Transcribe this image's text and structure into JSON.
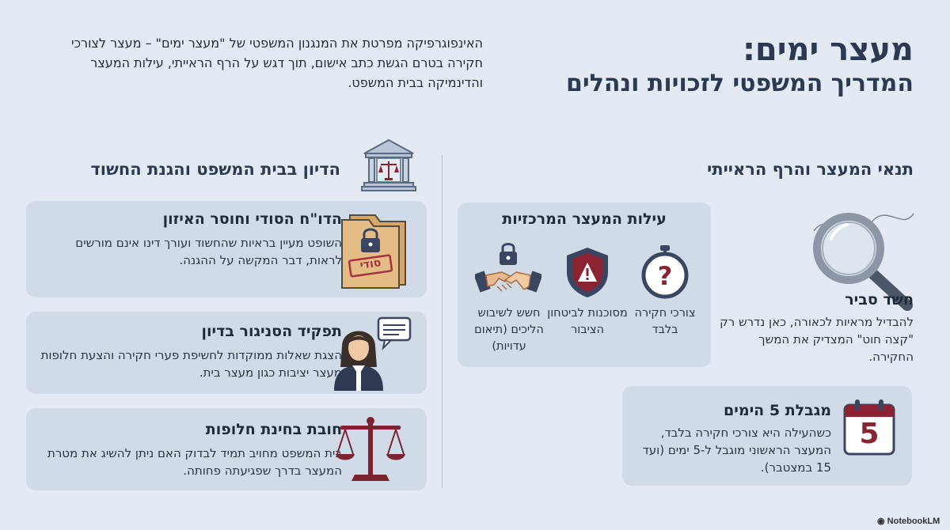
{
  "header": {
    "title": "מעצר ימים:",
    "subtitle": "המדריך המשפטי לזכויות ונהלים",
    "intro": "האינפוגרפיקה מפרטת את המנגנון המשפטי של \"מעצר ימים\" – מעצר לצורכי חקירה בטרם הגשת כתב אישום, תוך דגש על הרף הראייתי, עילות המעצר והדינמיקה בבית המשפט."
  },
  "right_section": {
    "heading": "תנאי המעצר והרף הראייתי",
    "grounds": {
      "title": "עילות המעצר המרכזיות",
      "items": [
        {
          "label": "צורכי חקירה בלבד",
          "icon": "stopwatch-question-icon"
        },
        {
          "label": "מסוכנות לביטחון הציבור",
          "icon": "warning-shield-icon"
        },
        {
          "label": "חשש לשיבוש הליכים (תיאום עדויות)",
          "icon": "handshake-lock-icon"
        }
      ]
    },
    "suspicion": {
      "title": "חשד סביר",
      "text": "להבדיל מראיות לכאורה, כאן נדרש רק \"קצה חוט\" המצדיק את המשך החקירה.",
      "icon": "magnifier-icon"
    },
    "limit": {
      "title": "מגבלת 5 הימים",
      "text": "כשהעילה היא צורכי חקירה בלבד, המעצר הראשוני מוגבל ל-5 ימים (ועד 15 במצטבר).",
      "calendar_number": "5",
      "icon": "calendar-icon"
    }
  },
  "left_section": {
    "heading": "הדיון בבית המשפט והגנת החשוד",
    "icon": "courthouse-icon",
    "cards": [
      {
        "title": "הדו\"ח הסודי וחוסר האיזון",
        "text": "השופט מעיין בראיות שהחשוד ועורך דינו אינם מורשים לראות, דבר המקשה על ההגנה.",
        "icon": "secret-folder-icon",
        "stamp": "סודי"
      },
      {
        "title": "תפקיד הסניגור בדיון",
        "text": "הצגת שאלות ממוקדות לחשיפת פערי חקירה והצעת חלופות מעצר יציבות כגון מעצר בית.",
        "icon": "lawyer-icon"
      },
      {
        "title": "חובת בחינת חלופות",
        "text": "בית המשפט מחויב תמיד לבדוק האם ניתן להשיג את מטרת המעצר בדרך שפגיעתה פחותה.",
        "icon": "scales-icon"
      }
    ]
  },
  "footer": {
    "brand": "NotebookLM"
  },
  "colors": {
    "background": "#e3eaf3",
    "card": "#d1dae7",
    "heading": "#2b3a52",
    "accent_red": "#8b2332"
  }
}
